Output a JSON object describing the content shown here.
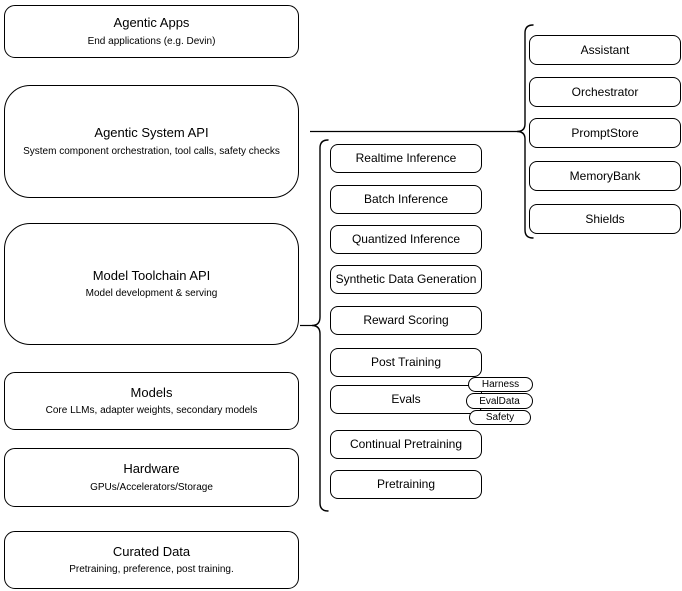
{
  "diagram": {
    "left_column": [
      {
        "title": "Agentic Apps",
        "subtitle": "End applications (e.g. Devin)"
      },
      {
        "title": "Agentic System API",
        "subtitle": "System component orchestration, tool calls, safety checks"
      },
      {
        "title": "Model Toolchain API",
        "subtitle": "Model development & serving"
      },
      {
        "title": "Models",
        "subtitle": "Core LLMs, adapter weights, secondary models"
      },
      {
        "title": "Hardware",
        "subtitle": "GPUs/Accelerators/Storage"
      },
      {
        "title": "Curated Data",
        "subtitle": "Pretraining, preference, post training."
      }
    ],
    "toolchain_items": [
      "Realtime Inference",
      "Batch Inference",
      "Quantized Inference",
      "Synthetic Data Generation",
      "Reward Scoring",
      "Post Training",
      "Evals",
      "Continual Pretraining",
      "Pretraining"
    ],
    "eval_tags": [
      "Harness",
      "EvalData",
      "Safety"
    ],
    "system_components": [
      "Assistant",
      "Orchestrator",
      "PromptStore",
      "MemoryBank",
      "Shields"
    ],
    "colors": {
      "stroke": "#000000",
      "fill": "#ffffff",
      "text": "#000000"
    }
  }
}
